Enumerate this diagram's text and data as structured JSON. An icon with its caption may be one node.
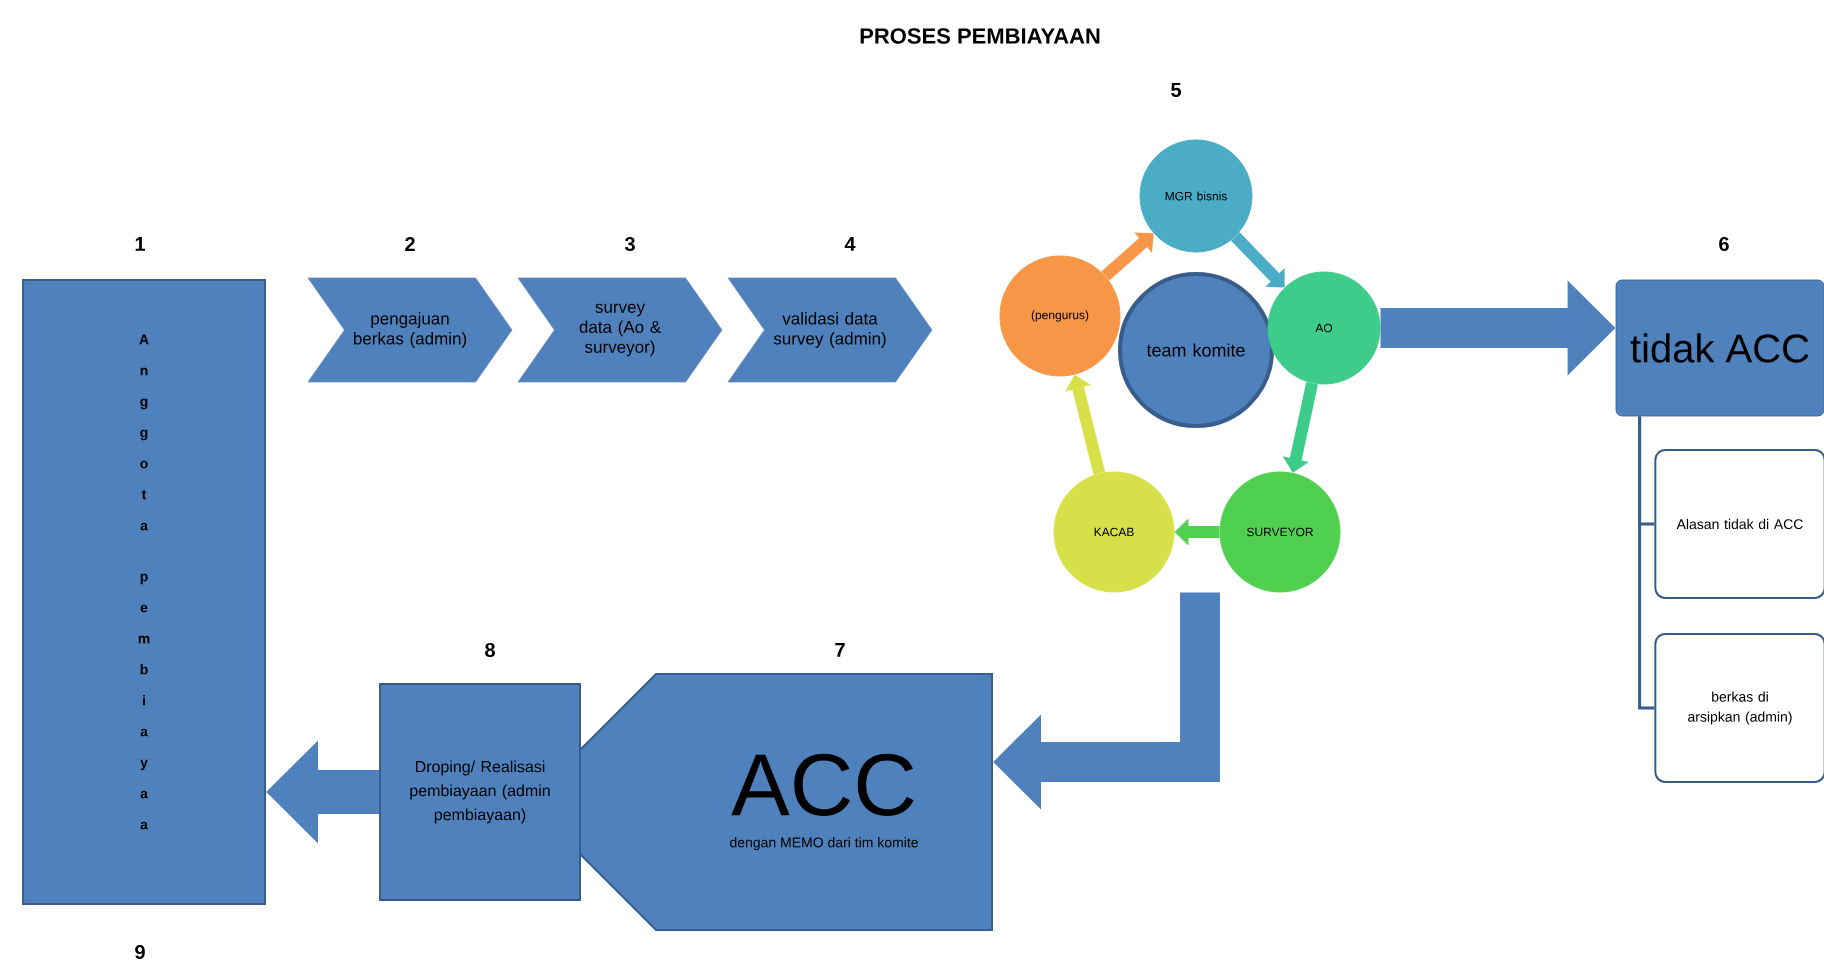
{
  "diagram": {
    "title": "PROSES PEMBIAYAAN",
    "nodes": [
      {
        "text": [
          "Anggota pembiayaa"
        ],
        "beside": [
          "1",
          "9"
        ]
      },
      {
        "text": [
          "pengajuan berkas (admin)"
        ],
        "beside": [
          "2"
        ]
      },
      {
        "text": [
          "survey data (Ao & surveyor)"
        ],
        "beside": [
          "3"
        ]
      },
      {
        "text": [
          "validasi data survey (admin)"
        ],
        "beside": [
          "4"
        ]
      },
      {
        "text": [
          "team komite"
        ]
      },
      {
        "text": [
          "MGR bisnis"
        ]
      },
      {
        "text": [
          "AO"
        ]
      },
      {
        "text": [
          "SURVEYOR"
        ]
      },
      {
        "text": [
          "KACAB"
        ]
      },
      {
        "text": [
          "(pengurus)"
        ]
      },
      {
        "text": [
          "tidak ACC"
        ],
        "beside": [
          "6"
        ]
      },
      {
        "text": [
          "Alasan tidak di ACC"
        ]
      },
      {
        "text": [
          "berkas di arsipkan (admin)"
        ]
      },
      {
        "text": [
          "ACC",
          "dengan MEMO  dari tim komite"
        ],
        "beside": [
          "7"
        ]
      },
      {
        "text": [
          "Droping/ Realisasi pembiayaan (admin pembiayaan)"
        ],
        "beside": [
          "8"
        ]
      }
    ],
    "edges": [
      {
        "from": 5,
        "to": 6,
        "arrow": "to",
        "color": "#4bacc6"
      },
      {
        "from": 6,
        "to": 7,
        "arrow": "to",
        "color": "#3dcc8a"
      },
      {
        "from": 7,
        "to": 8,
        "arrow": "to",
        "color": "#4fd14f"
      },
      {
        "from": 8,
        "to": 9,
        "arrow": "to",
        "color": "#d6e14a"
      },
      {
        "from": 9,
        "to": 5,
        "arrow": "to",
        "color": "#f79646"
      },
      {
        "from": 6,
        "to": 10,
        "arrow": "to",
        "style": "thick"
      },
      {
        "from": 10,
        "to": 11,
        "arrow": "none",
        "color": "#385d8a"
      },
      {
        "from": 10,
        "to": 12,
        "arrow": "none",
        "color": "#385d8a"
      },
      {
        "from": 7,
        "to": 13,
        "arrow": "to",
        "style": "thick"
      },
      {
        "from": 14,
        "to": 0,
        "arrow": "to",
        "style": "thick"
      }
    ],
    "labels": [
      "5"
    ]
  }
}
